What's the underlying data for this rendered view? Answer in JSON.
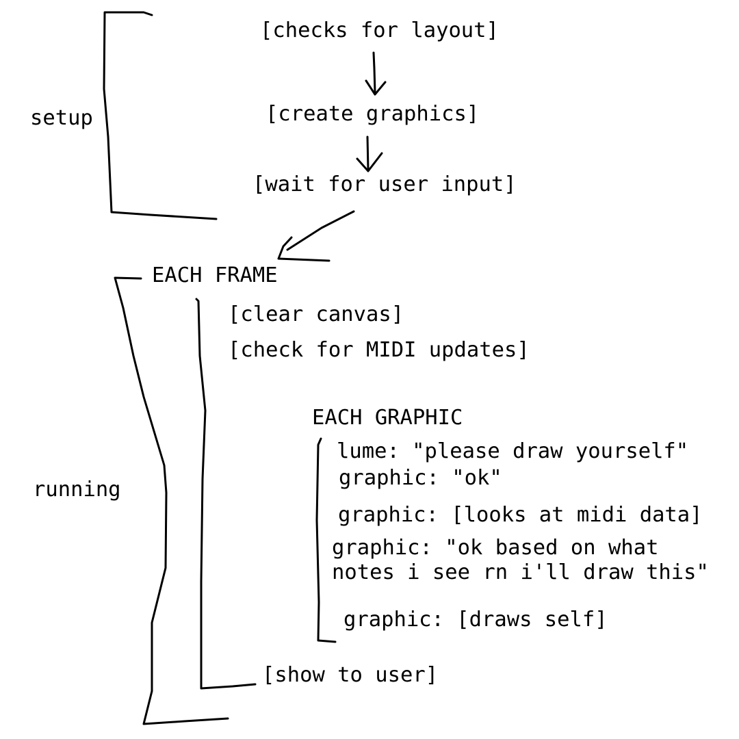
{
  "setup": {
    "label": "setup",
    "steps": [
      "[checks for layout]",
      "[create graphics]",
      "[wait for user input]"
    ]
  },
  "running": {
    "label": "running",
    "each_frame": {
      "title": "EACH FRAME",
      "steps": [
        "[clear canvas]",
        "[check for MIDI updates]"
      ],
      "final_step": "[show to user]"
    },
    "each_graphic": {
      "title": "EACH GRAPHIC",
      "lines": [
        "lume: \"please draw yourself\"",
        "graphic: \"ok\"",
        "graphic: [looks at midi data]",
        "graphic: \"ok based on what",
        "notes i see rn i'll draw this\"",
        "graphic: [draws self]"
      ]
    }
  }
}
